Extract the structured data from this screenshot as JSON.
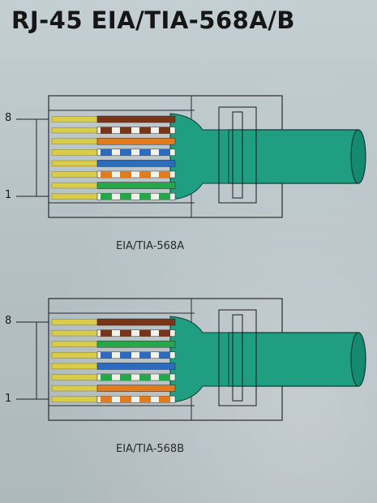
{
  "title": "RJ-45 EIA/TIA-568A/B",
  "colors": {
    "green": "#24a84a",
    "orange": "#e27a1e",
    "blue": "#2e6bbd",
    "brown": "#7a3518",
    "white": "#f2f2ea",
    "cable": "#1f9e82",
    "contact": "#d9cc4a"
  },
  "connectors": [
    {
      "caption": "EIA/TIA-568A",
      "pin_high_label": "8",
      "pin_low_label": "1",
      "wires": [
        {
          "pin": 1,
          "name": "white-green",
          "base": "white",
          "stripe": "green"
        },
        {
          "pin": 2,
          "name": "green",
          "base": "green",
          "stripe": ""
        },
        {
          "pin": 3,
          "name": "white-orange",
          "base": "white",
          "stripe": "orange"
        },
        {
          "pin": 4,
          "name": "blue",
          "base": "blue",
          "stripe": ""
        },
        {
          "pin": 5,
          "name": "white-blue",
          "base": "white",
          "stripe": "blue"
        },
        {
          "pin": 6,
          "name": "orange",
          "base": "orange",
          "stripe": ""
        },
        {
          "pin": 7,
          "name": "white-brown",
          "base": "white",
          "stripe": "brown"
        },
        {
          "pin": 8,
          "name": "brown",
          "base": "brown",
          "stripe": ""
        }
      ]
    },
    {
      "caption": "EIA/TIA-568B",
      "pin_high_label": "8",
      "pin_low_label": "1",
      "wires": [
        {
          "pin": 1,
          "name": "white-orange",
          "base": "white",
          "stripe": "orange"
        },
        {
          "pin": 2,
          "name": "orange",
          "base": "orange",
          "stripe": ""
        },
        {
          "pin": 3,
          "name": "white-green",
          "base": "white",
          "stripe": "green"
        },
        {
          "pin": 4,
          "name": "blue",
          "base": "blue",
          "stripe": ""
        },
        {
          "pin": 5,
          "name": "white-blue",
          "base": "white",
          "stripe": "blue"
        },
        {
          "pin": 6,
          "name": "green",
          "base": "green",
          "stripe": ""
        },
        {
          "pin": 7,
          "name": "white-brown",
          "base": "white",
          "stripe": "brown"
        },
        {
          "pin": 8,
          "name": "brown",
          "base": "brown",
          "stripe": ""
        }
      ]
    }
  ]
}
